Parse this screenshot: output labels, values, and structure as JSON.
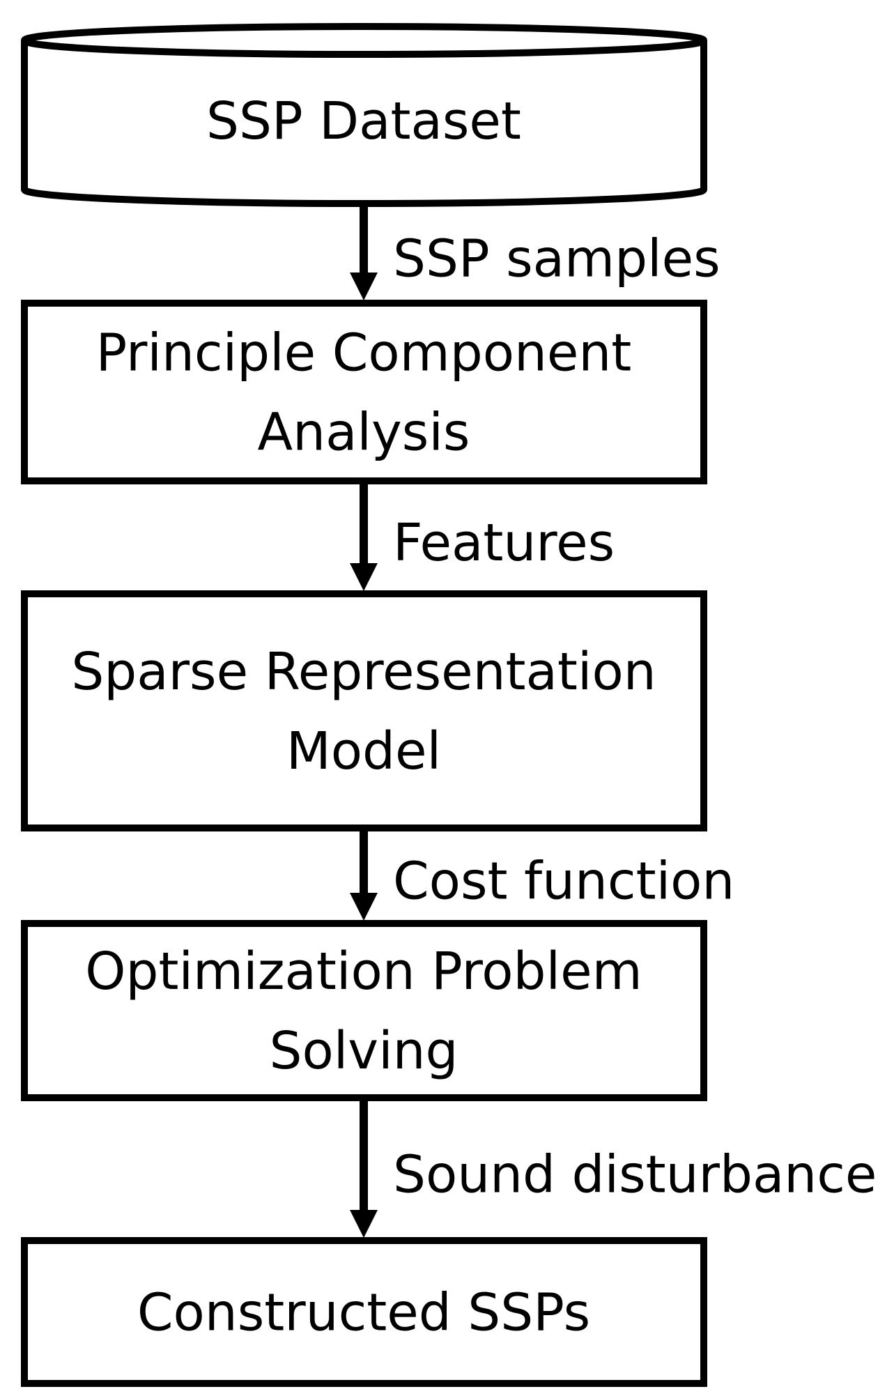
{
  "diagram": {
    "nodes": [
      {
        "id": "dataset",
        "shape": "cylinder",
        "lines": [
          "SSP Dataset"
        ]
      },
      {
        "id": "pca",
        "shape": "rect",
        "lines": [
          "Principle Component",
          "Analysis"
        ]
      },
      {
        "id": "srm",
        "shape": "rect",
        "lines": [
          "Sparse Representation",
          "Model"
        ]
      },
      {
        "id": "ops",
        "shape": "rect",
        "lines": [
          "Optimization Problem",
          "Solving"
        ]
      },
      {
        "id": "output",
        "shape": "rect",
        "lines": [
          "Constructed SSPs"
        ]
      }
    ],
    "edges": [
      {
        "from": "dataset",
        "to": "pca",
        "label": "SSP samples"
      },
      {
        "from": "pca",
        "to": "srm",
        "label": "Features"
      },
      {
        "from": "srm",
        "to": "ops",
        "label": "Cost function"
      },
      {
        "from": "ops",
        "to": "output",
        "label": "Sound disturbance"
      }
    ],
    "colors": {
      "stroke": "#000000",
      "fill": "#ffffff",
      "text": "#000000"
    }
  }
}
